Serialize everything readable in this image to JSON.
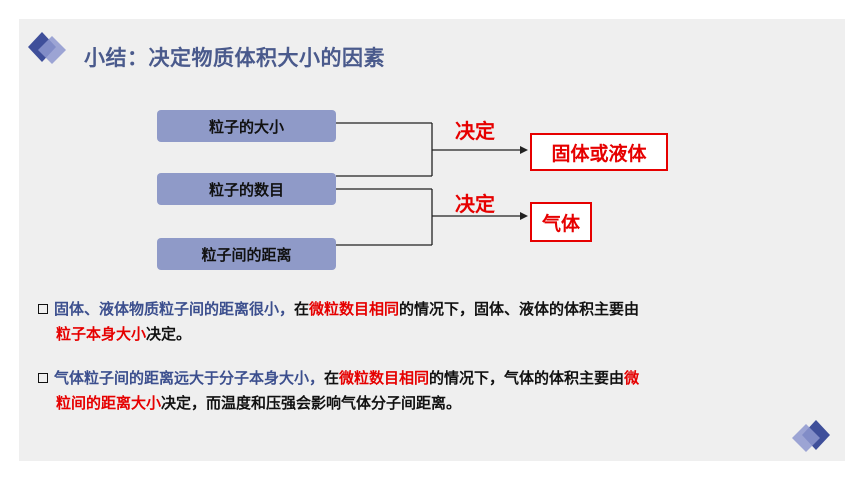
{
  "title": "小结：决定物质体积大小的因素",
  "factors": [
    "粒子的大小",
    "粒子的数目",
    "粒子间的距离"
  ],
  "decide_label_1": "决定",
  "decide_label_2": "决定",
  "result_1": "固体或液体",
  "result_2": "气体",
  "bullet1": {
    "lead": "固体、液体物质粒子间的距离很小，",
    "p1": "在",
    "red1": "微粒数目相同",
    "p2": "的情况下，固体、液体的体积主要由",
    "red2": "粒子本身大小",
    "p3": "决定。"
  },
  "bullet2": {
    "lead": "气体粒子间的距离远大于分子本身大小，",
    "p1": "在",
    "red1": "微粒数目相同",
    "p2": "的情况下，气体的体积主要由",
    "red2a": "微",
    "red2b": "粒间的距离大小",
    "p3": "决定，而温度和压强会影响气体分子间距离。"
  },
  "colors": {
    "title": "#4a5a8c",
    "factor_box": "#8f9ac8",
    "accent_red": "#e60000",
    "diamond_dark": "#3f4f9a",
    "diamond_light": "#8d97cf"
  }
}
